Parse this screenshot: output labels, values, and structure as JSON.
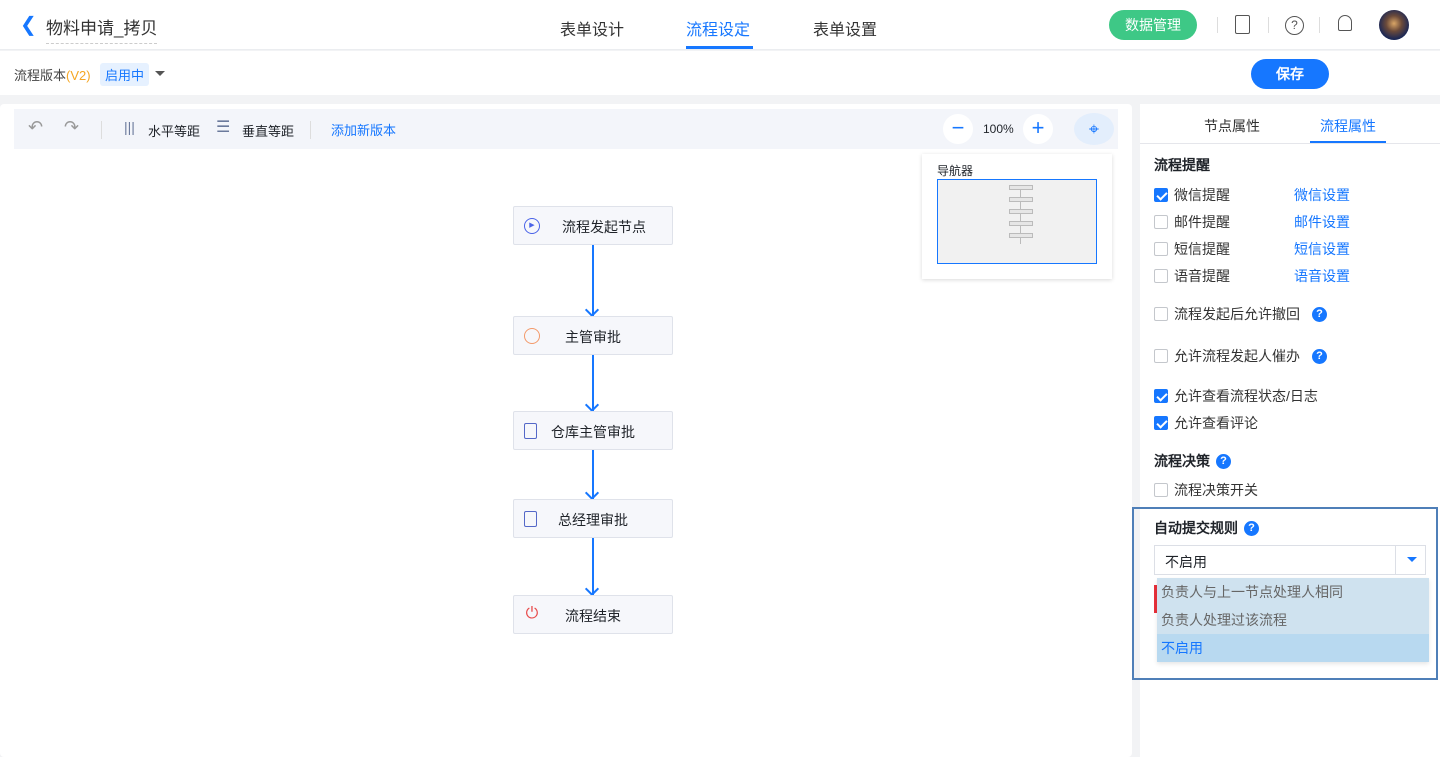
{
  "header": {
    "title": "物料申请_拷贝",
    "tabs": [
      {
        "label": "表单设计"
      },
      {
        "label": "流程设定",
        "active": true
      },
      {
        "label": "表单设置"
      }
    ],
    "data_button": "数据管理",
    "accent": "#1677ff",
    "green": "#3ec886"
  },
  "subbar": {
    "version_label": "流程版本",
    "version": "(V2)",
    "status": "启用中",
    "save": "保存"
  },
  "toolbar": {
    "horizontal": "水平等距",
    "vertical": "垂直等距",
    "add_version": "添加新版本",
    "zoom": "100%"
  },
  "navigator": {
    "title": "导航器"
  },
  "nodes": [
    {
      "label": "流程发起节点",
      "icon": "play-circle-icon"
    },
    {
      "label": "主管审批",
      "icon": "alarm-clock-icon"
    },
    {
      "label": "仓库主管审批",
      "icon": "edit-doc-icon"
    },
    {
      "label": "总经理审批",
      "icon": "edit-doc-icon"
    },
    {
      "label": "流程结束",
      "icon": "power-icon"
    }
  ],
  "panel": {
    "tabs": [
      {
        "label": "节点属性"
      },
      {
        "label": "流程属性",
        "active": true
      }
    ],
    "reminder_title": "流程提醒",
    "reminders": [
      {
        "label": "微信提醒",
        "checked": true,
        "link": "微信设置"
      },
      {
        "label": "邮件提醒",
        "checked": false,
        "link": "邮件设置"
      },
      {
        "label": "短信提醒",
        "checked": false,
        "link": "短信设置"
      },
      {
        "label": "语音提醒",
        "checked": false,
        "link": "语音设置"
      }
    ],
    "options": [
      {
        "label": "流程发起后允许撤回",
        "checked": false
      },
      {
        "label": "允许流程发起人催办",
        "checked": false
      },
      {
        "label": "允许查看流程状态/日志",
        "checked": true
      },
      {
        "label": "允许查看评论",
        "checked": true
      }
    ],
    "decision_title": "流程决策",
    "decision_switch": "流程决策开关",
    "auto_title": "自动提交规则",
    "auto_value": "不启用",
    "auto_options": [
      "负责人与上一节点处理人相同",
      "负责人处理过该流程",
      "不启用"
    ]
  }
}
